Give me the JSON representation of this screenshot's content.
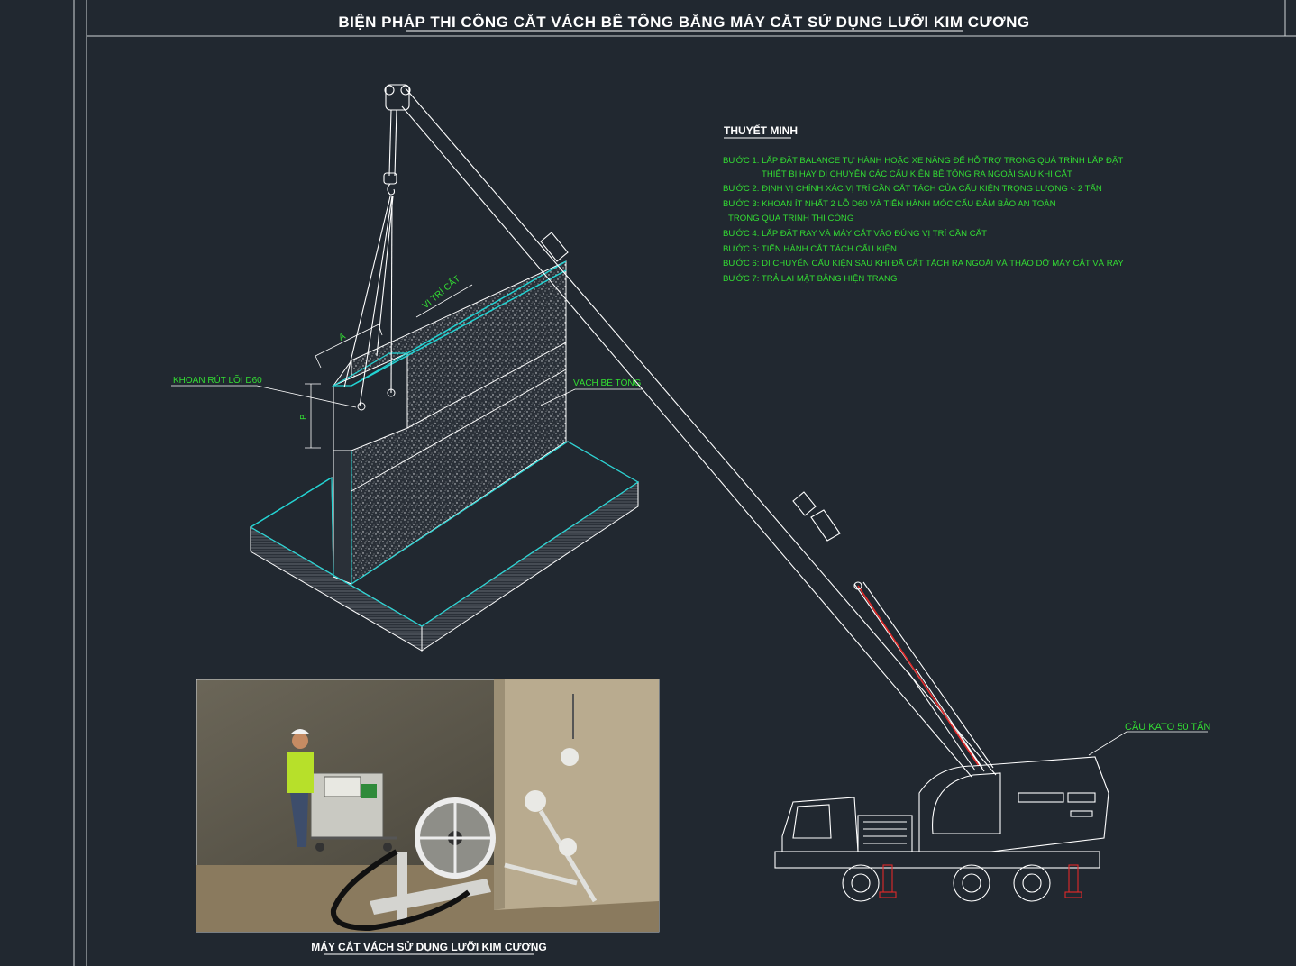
{
  "title": "BIỆN PHÁP THI CÔNG CẮT VÁCH BÊ TÔNG BẰNG MÁY CẮT SỬ DỤNG LƯỠI KIM CƯƠNG",
  "notes": {
    "heading": "THUYẾT MINH",
    "lines": [
      "BƯỚC 1: LẮP ĐẶT BALANCE TỰ HÀNH HOẶC XE NÂNG ĐỂ HỖ TRỢ TRONG QUÁ TRÌNH LẮP ĐẶT",
      "THIẾT BỊ HAY DI CHUYỂN CÁC CẤU KIỆN BÊ TÔNG RA NGOÀI SAU KHI CẮT",
      "BƯỚC 2: ĐỊNH VỊ CHÍNH XÁC VỊ TRÍ CẦN CẮT TÁCH CỦA CẤU KIỆN TRỌNG LƯỢNG < 2 TẤN",
      "BƯỚC 3: KHOAN ÍT NHẤT 2 LỖ D60 VÀ TIẾN HÀNH MÓC CẨU ĐẢM BẢO AN TOÀN",
      "TRONG QUÁ TRÌNH THI CÔNG",
      "BƯỚC 4: LẮP ĐẶT RAY VÀ MÁY CẮT VÀO ĐÚNG VỊ TRÍ CẦN CẮT",
      "BƯỚC 5: TIẾN HÀNH CẮT TÁCH CẤU KIỆN",
      "BƯỚC 6: DI CHUYỂN CẤU KIỆN SAU KHI ĐÃ CẮT TÁCH RA NGOÀI VÀ THÁO DỠ MÁY CẮT VÀ RAY",
      "BƯỚC 7: TRẢ LẠI MẶT BẰNG HIỆN TRẠNG"
    ]
  },
  "labels": {
    "cut_position": "VỊ TRÍ CẮT",
    "core_drill": "KHOAN RÚT LÕI D60",
    "concrete_wall": "VÁCH BÊ TÔNG",
    "crane": "CẦU KATO 50 TẤN",
    "dim_a": "A",
    "dim_b": "B"
  },
  "photo_caption": "MÁY CẮT VÁCH SỬ DỤNG LƯỠI KIM CƯƠNG",
  "colors": {
    "background": "#212830",
    "outline": "#ffffff",
    "cut_edge": "#22d3d3",
    "annotation": "#33dd33",
    "crane_cylinder": "#e02828"
  }
}
